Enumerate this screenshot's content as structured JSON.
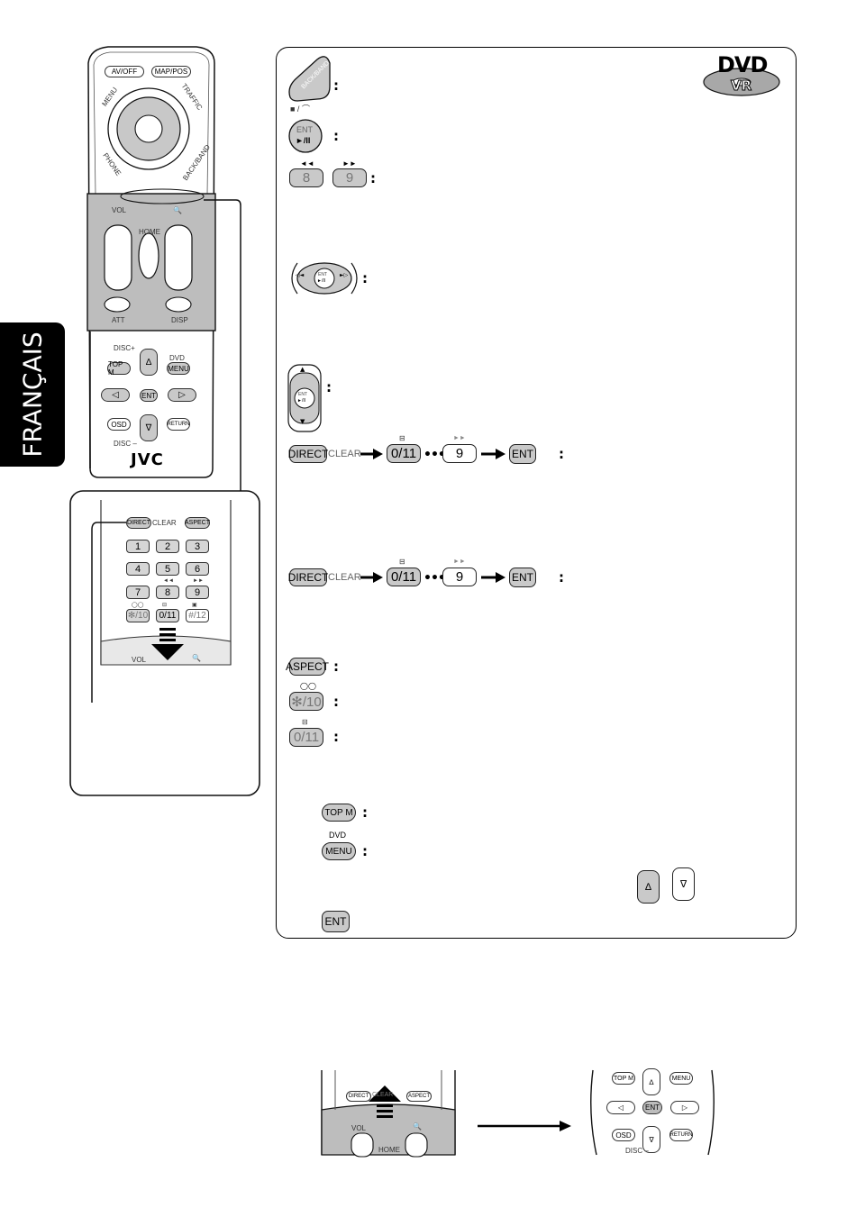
{
  "language_tab": "FRANÇAIS",
  "logo": {
    "top": "DVD",
    "bottom": "VR"
  },
  "brand": "JVC",
  "remote": {
    "top_buttons": [
      "AV/OFF",
      "MAP/POS",
      "MENU",
      "TRAFFIC",
      "PHONE",
      "BACK/BAND"
    ],
    "vol_label": "VOL",
    "home_label": "HOME",
    "att_label": "ATT",
    "disp_label": "DISP",
    "disc_plus": "DISC+",
    "disc_minus": "DISC –",
    "dvd_label": "DVD",
    "topm": "TOP M",
    "menu": "MENU",
    "ent": "ENT",
    "osd": "OSD",
    "return": "RETURN",
    "up": "∆",
    "down": "∇",
    "left": "◁",
    "right": "▷"
  },
  "keypad": {
    "direct": "DIRECT",
    "clear": "CLEAR",
    "aspect": "ASPECT",
    "numbers": [
      "1",
      "2",
      "3",
      "4",
      "5",
      "6",
      "7",
      "8",
      "9",
      "✻/10",
      "0/11",
      "#/12"
    ]
  },
  "panel": {
    "back_band": "BACK/BAND",
    "stop_phone": "■ / ⌒",
    "ent": "ENT",
    "play_pause": "►/II",
    "rew_key": "8",
    "ffw_key": "9",
    "rew_sym": "◄◄",
    "ffw_sym": "►►",
    "direct": "DIRECT",
    "clear": "CLEAR",
    "zero_eleven": "0/11",
    "nine": "9",
    "dots": "•••",
    "aspect": "ASPECT",
    "star_ten": "✻/10",
    "topm": "TOP M",
    "dvd": "DVD",
    "menu": "MENU",
    "up": "∆",
    "down": "∇",
    "colon": ":"
  }
}
